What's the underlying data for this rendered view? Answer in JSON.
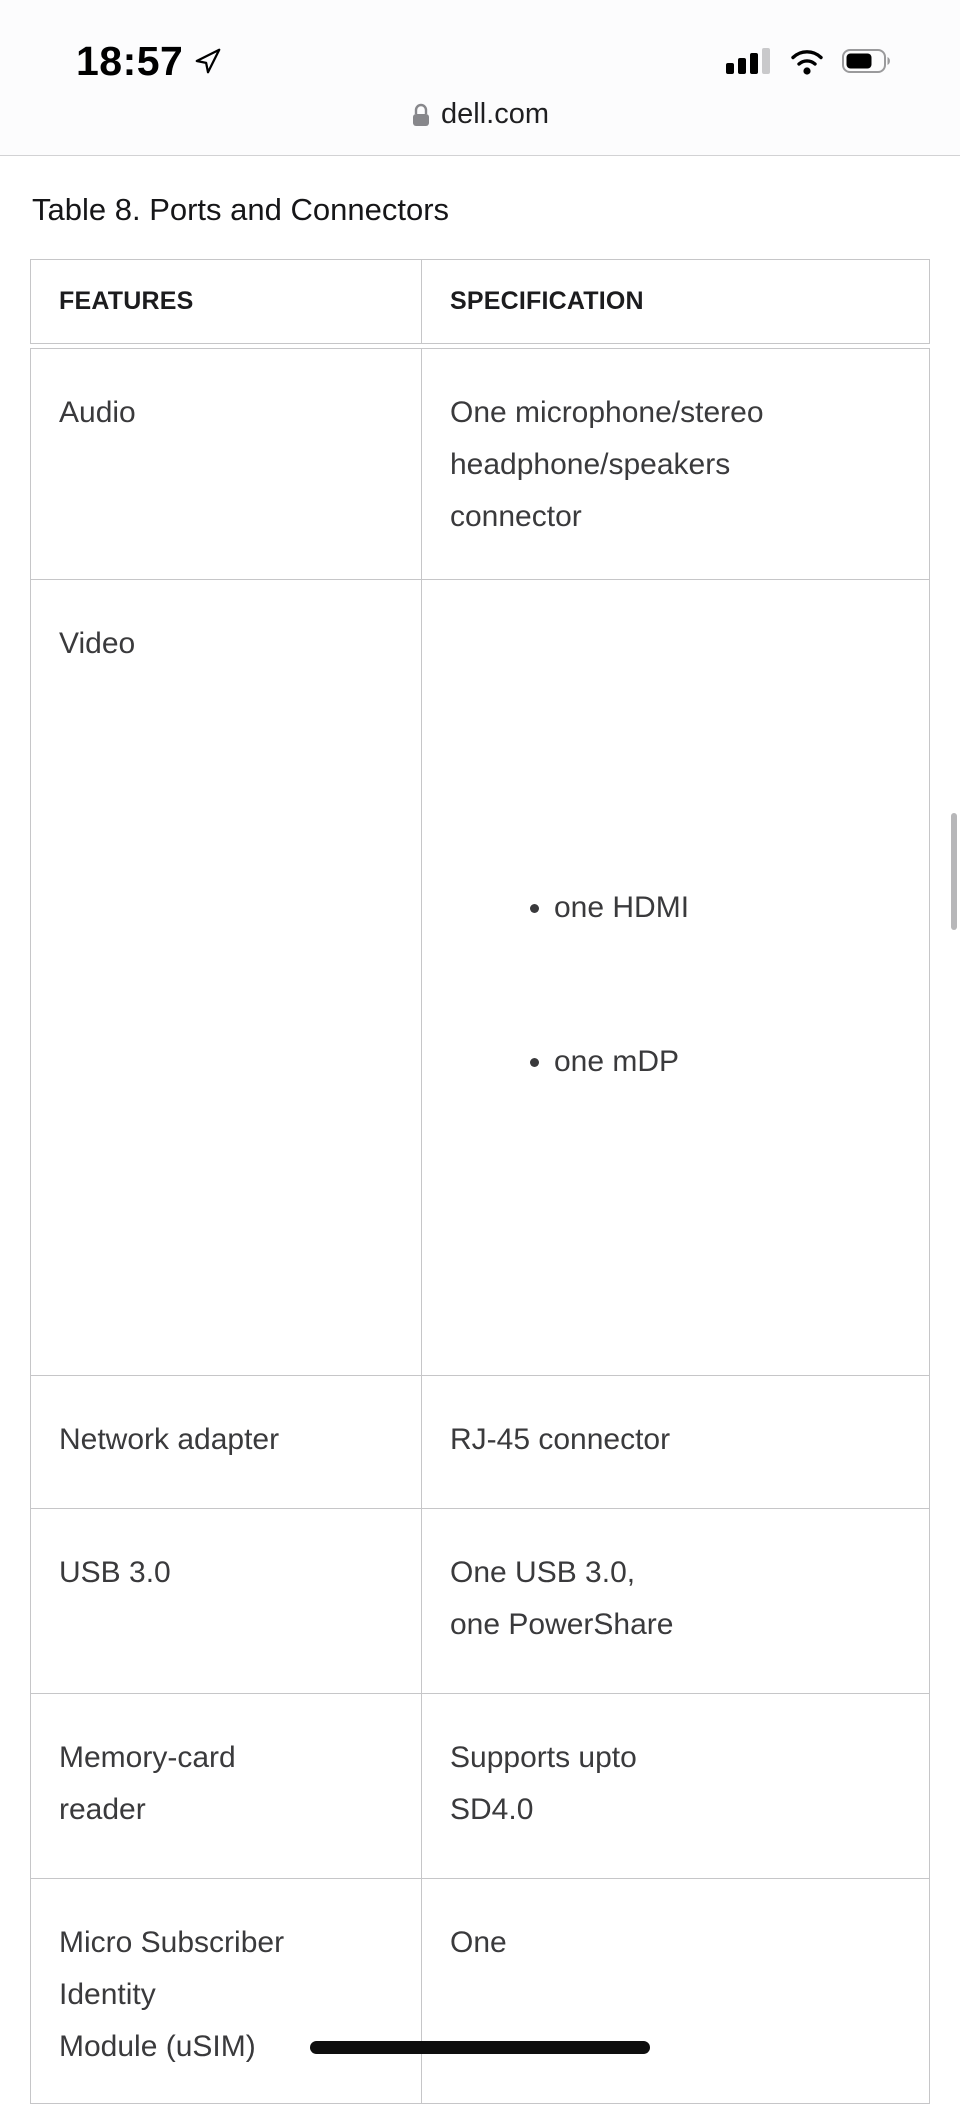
{
  "status_bar": {
    "time": "18:57"
  },
  "browser": {
    "url": "dell.com"
  },
  "page": {
    "title": "Table 8. Ports and Connectors",
    "table": {
      "headers": [
        "FEATURES",
        "SPECIFICATION"
      ],
      "rows": [
        {
          "feature_lines": [
            "Audio"
          ],
          "spec_lines": [
            "One microphone/stereo",
            "headphone/speakers",
            "connector"
          ]
        },
        {
          "feature_lines": [
            "Video"
          ],
          "spec_bullets": [
            "one HDMI",
            "one mDP"
          ]
        },
        {
          "feature_lines": [
            "Network adapter"
          ],
          "spec_lines": [
            "RJ-45 connector"
          ]
        },
        {
          "feature_lines": [
            "USB 3.0"
          ],
          "spec_lines": [
            "One USB 3.0,",
            "one PowerShare"
          ]
        },
        {
          "feature_lines": [
            "Memory-card",
            "reader"
          ],
          "spec_lines": [
            "Supports upto",
            "SD4.0"
          ]
        },
        {
          "feature_lines": [
            "Micro Subscriber",
            "Identity",
            "Module (uSIM)"
          ],
          "spec_lines": [
            "One"
          ]
        }
      ]
    }
  },
  "icons": {
    "location": "location-arrow-icon",
    "cellular": "cellular-signal-icon",
    "wifi": "wifi-icon",
    "battery": "battery-icon",
    "lock": "lock-icon"
  },
  "colors": {
    "table_border": "#c6c6c8",
    "cell_text": "#3a3a3c",
    "header_text": "#1c1c1e",
    "home_indicator": "#0e0e0e"
  }
}
